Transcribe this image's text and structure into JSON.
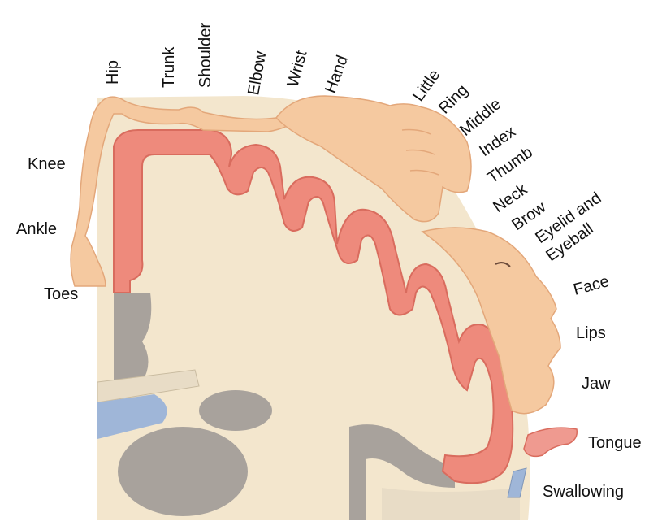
{
  "labels": {
    "hip": "Hip",
    "trunk": "Trunk",
    "shoulder": "Shoulder",
    "elbow": "Elbow",
    "wrist": "Wrist",
    "hand": "Hand",
    "little": "Little",
    "ring": "Ring",
    "middle": "Middle",
    "index": "Index",
    "thumb": "Thumb",
    "neck": "Neck",
    "brow": "Brow",
    "eyelid_line1": "Eyelid and",
    "eyelid_line2": "Eyeball",
    "face": "Face",
    "lips": "Lips",
    "jaw": "Jaw",
    "tongue": "Tongue",
    "swallowing": "Swallowing",
    "knee": "Knee",
    "ankle": "Ankle",
    "toes": "Toes"
  },
  "colors": {
    "background": "#ffffff",
    "brain_white_matter": "#f3e6cd",
    "cortex": "#ee8a7c",
    "cortex_edge": "#d96c5e",
    "deep_gray_matter": "#a8a29c",
    "ventricle": "#9fb6d8",
    "skin": "#f5c9a0",
    "skin_shade": "#e3a77a",
    "tongue": "#ef9a90",
    "label_text": "#111111"
  }
}
